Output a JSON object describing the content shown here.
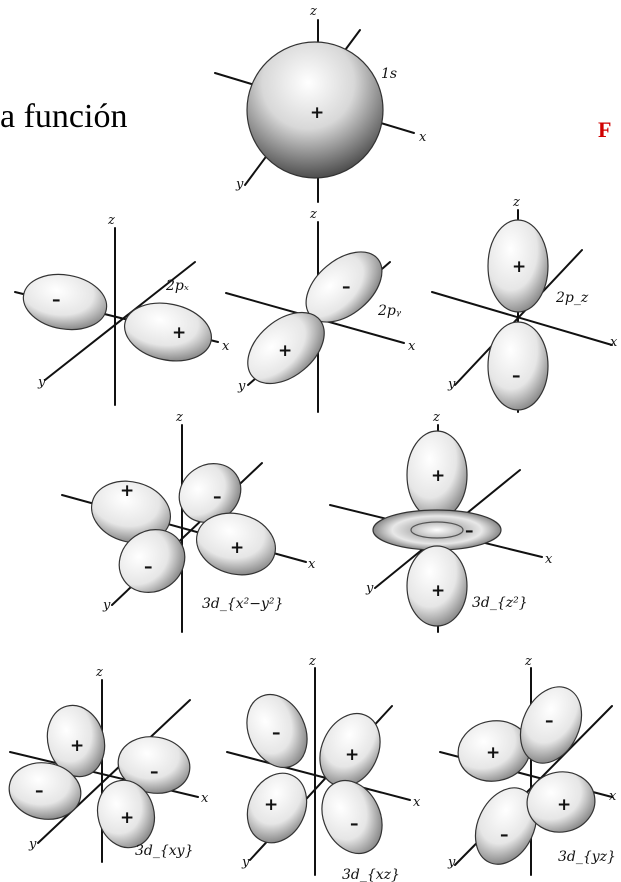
{
  "snippets": {
    "left_text": "a función",
    "right_text": "F"
  },
  "axis_labels": {
    "x": "x",
    "y": "y",
    "z": "z"
  },
  "signs": {
    "plus": "+",
    "minus": "–"
  },
  "orbitals": [
    {
      "name": "1s",
      "label": "1s"
    },
    {
      "name": "2px",
      "label": "2pₓ"
    },
    {
      "name": "2py",
      "label": "2pᵧ"
    },
    {
      "name": "2pz",
      "label": "2p_z"
    },
    {
      "name": "3dx2-y2",
      "label": "3d_{x²−y²}"
    },
    {
      "name": "3dz2",
      "label": "3d_{z²}"
    },
    {
      "name": "3dxy",
      "label": "3d_{xy}"
    },
    {
      "name": "3dxz",
      "label": "3d_{xz}"
    },
    {
      "name": "3dyz",
      "label": "3d_{yz}"
    }
  ],
  "colors": {
    "lobe_light": "#ffffff",
    "lobe_dark": "#6a6a6a",
    "axis": "#111111",
    "accent_red": "#d00000"
  }
}
